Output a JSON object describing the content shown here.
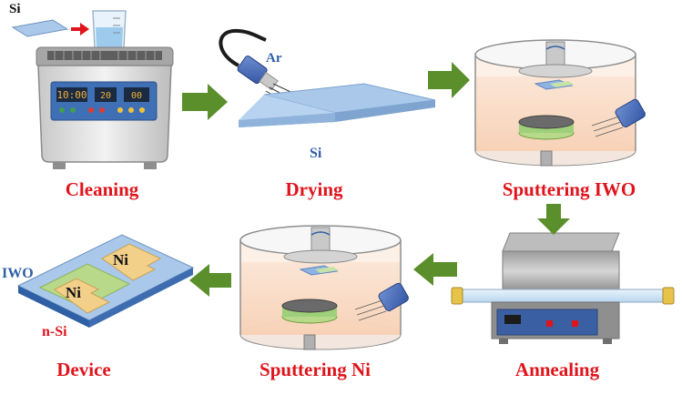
{
  "steps": [
    {
      "label": "Cleaning"
    },
    {
      "label": "Drying"
    },
    {
      "label": "Sputtering IWO"
    },
    {
      "label": "Annealing"
    },
    {
      "label": "Sputtering Ni"
    },
    {
      "label": "Device"
    }
  ],
  "tags": {
    "si_wafer": "Si",
    "argon": "Ar",
    "si_substrate": "Si",
    "iwo": "IWO",
    "n_si": "n-Si",
    "ni_top": "Ni",
    "ni_bottom": "Ni"
  },
  "cleaner_display": {
    "time": "10:00",
    "temp": "20",
    "power": "00"
  },
  "colors": {
    "label_red": "#e0141c",
    "arrow_green": "#5a8f2b",
    "wafer_blue": "#a9c8ea",
    "dark_blue": "#2f5fa5",
    "iwo_green": "#b8d98a",
    "ni_gold": "#f2d08a"
  }
}
